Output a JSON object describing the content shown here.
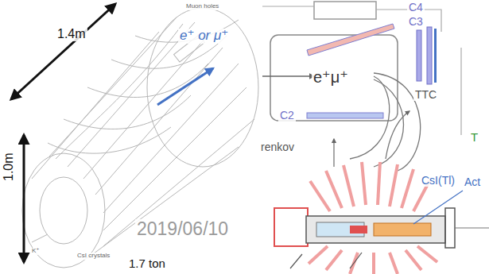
{
  "diagram": {
    "labels": [
      "1.4m",
      "1.0m",
      "1.7 ton",
      "e⁺ or μ⁺",
      "Muon holes",
      "CsI crystals",
      "K⁺",
      "C4",
      "C3",
      "e⁺μ⁺",
      "TTC",
      "C2",
      "T",
      "renkov",
      "CsI(Tl)",
      "Act",
      "2019/06/10"
    ]
  }
}
